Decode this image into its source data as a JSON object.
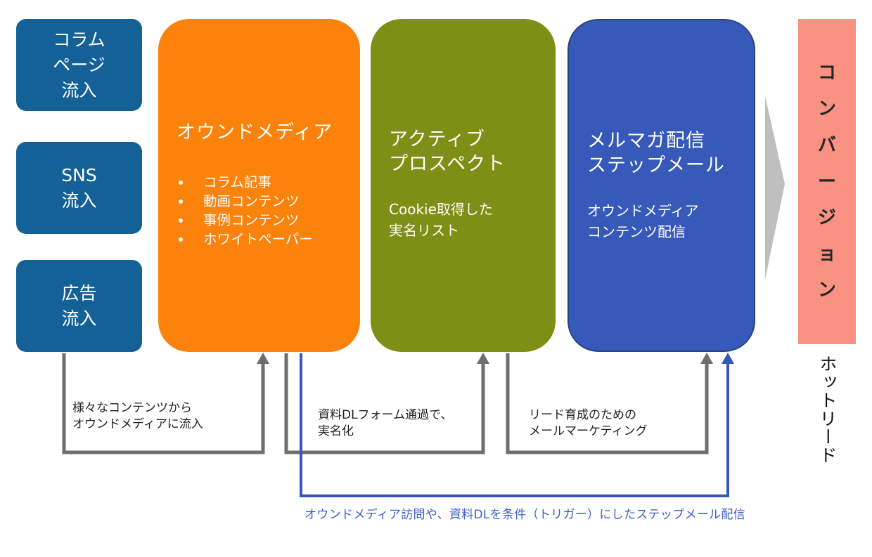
{
  "sources": [
    {
      "lines": [
        "コラム",
        "ページ",
        "流入"
      ]
    },
    {
      "lines": [
        "SNS",
        "流入"
      ]
    },
    {
      "lines": [
        "広告",
        "流入"
      ]
    }
  ],
  "stages": {
    "owned_media": {
      "title": "オウンドメディア",
      "bullets": [
        "コラム記事",
        "動画コンテンツ",
        "事例コンテンツ",
        "ホワイトペーパー"
      ]
    },
    "active_prospect": {
      "title_lines": [
        "アクティブ",
        "プロスペクト"
      ],
      "sub_lines": [
        "Cookie取得した",
        "実名リスト"
      ]
    },
    "mail": {
      "title_lines": [
        "メルマガ配信",
        "ステップメール"
      ],
      "sub_lines": [
        "オウンドメディア",
        "コンテンツ配信"
      ]
    }
  },
  "conversion": {
    "chars": [
      "コ",
      "ン",
      "バ",
      "ー",
      "ジ",
      "ョ",
      "ン"
    ],
    "below_label": "ホットリード"
  },
  "flows": [
    {
      "lines": [
        "様々なコンテンツから",
        "オウンドメディアに流入"
      ]
    },
    {
      "lines": [
        "資料DLフォーム通過で、",
        "実名化"
      ]
    },
    {
      "lines": [
        "リード育成のための",
        "メールマーケティング"
      ]
    }
  ],
  "trigger_label": "オウンドメディア訪問や、資料DLを条件（トリガー）にしたステップメール配信",
  "colors": {
    "source": "#136197",
    "owned_media": "#fb820b",
    "active_prospect": "#7f8f15",
    "mail": "#375aba",
    "conversion": "#f99282",
    "gray_arrow": "#6e6e6e",
    "blue_arrow": "#3656b8",
    "chevron": "#bfbfbf"
  }
}
